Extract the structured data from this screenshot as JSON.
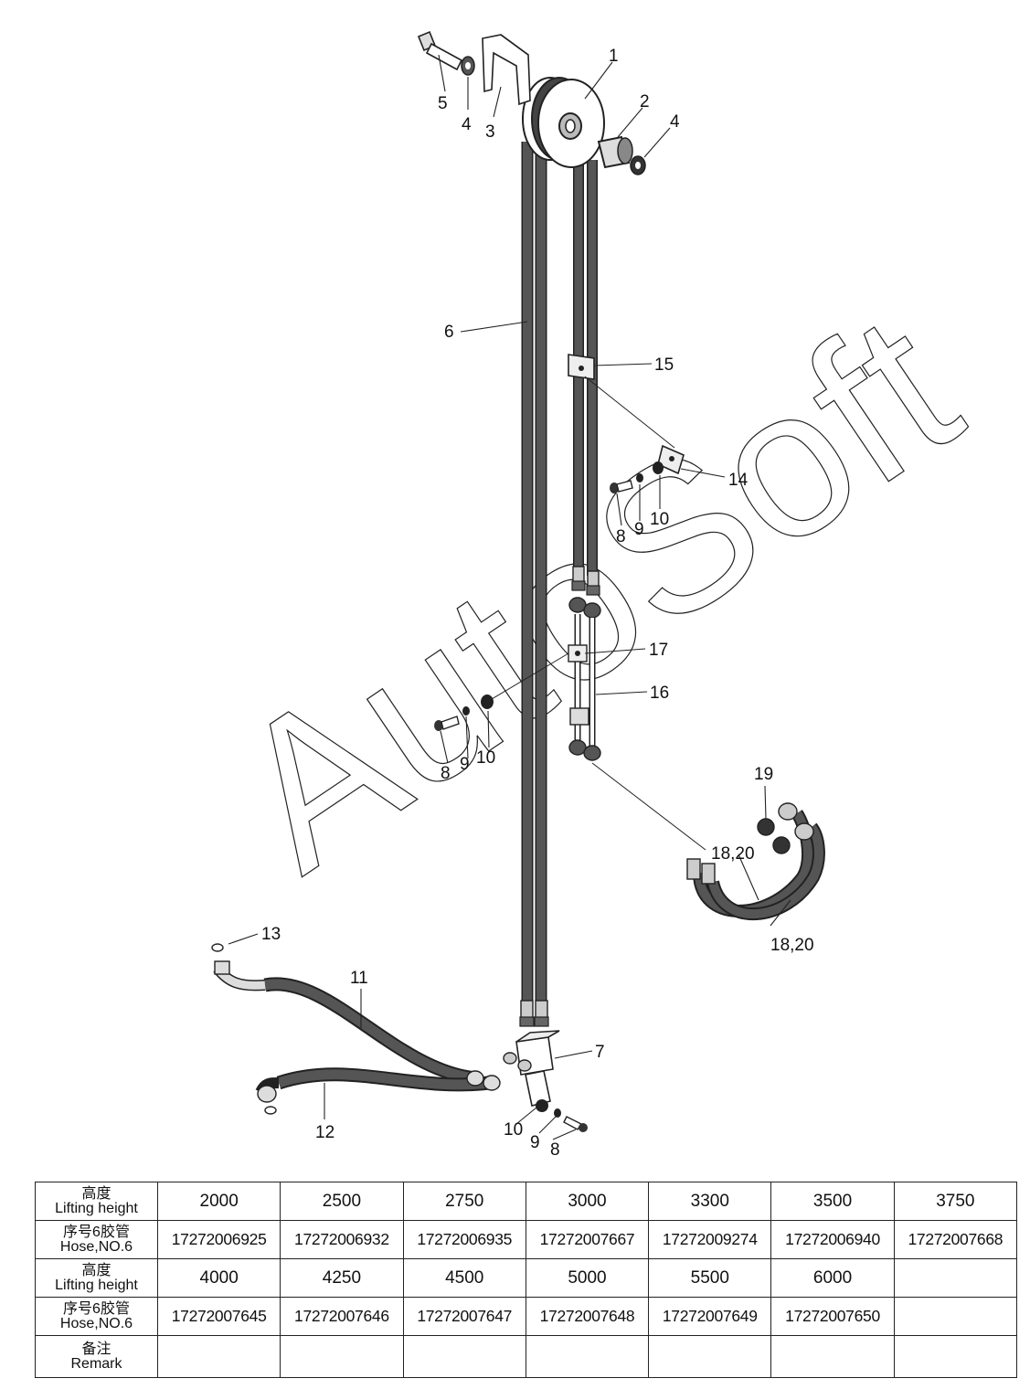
{
  "callouts": {
    "c1": "1",
    "c2": "2",
    "c3": "3",
    "c4a": "4",
    "c4b": "4",
    "c5": "5",
    "c6": "6",
    "c7": "7",
    "c8a": "8",
    "c8b": "8",
    "c8c": "8",
    "c9a": "9",
    "c9b": "9",
    "c9c": "9",
    "c10a": "10",
    "c10b": "10",
    "c10c": "10",
    "c11": "11",
    "c12": "12",
    "c13": "13",
    "c14": "14",
    "c15": "15",
    "c16": "16",
    "c17": "17",
    "c1820a": "18,20",
    "c1820b": "18,20",
    "c19": "19"
  },
  "watermark": "AutoSoft",
  "table": {
    "lifting_height_cn": "高度",
    "lifting_height_en": "Lifting height",
    "hose_cn": "序号6胶管",
    "hose_en": "Hose,NO.6",
    "remark_cn": "备注",
    "remark_en": "Remark",
    "row1_heights": [
      "2000",
      "2500",
      "2750",
      "3000",
      "3300",
      "3500",
      "3750"
    ],
    "row1_hoses": [
      "17272006925",
      "17272006932",
      "17272006935",
      "17272007667",
      "17272009274",
      "17272006940",
      "17272007668"
    ],
    "row2_heights": [
      "4000",
      "4250",
      "4500",
      "5000",
      "5500",
      "6000",
      ""
    ],
    "row2_hoses": [
      "17272007645",
      "17272007646",
      "17272007647",
      "17272007648",
      "17272007649",
      "17272007650",
      ""
    ]
  },
  "colors": {
    "hose": "#4a4a4a",
    "line": "#222222",
    "background": "#ffffff"
  }
}
